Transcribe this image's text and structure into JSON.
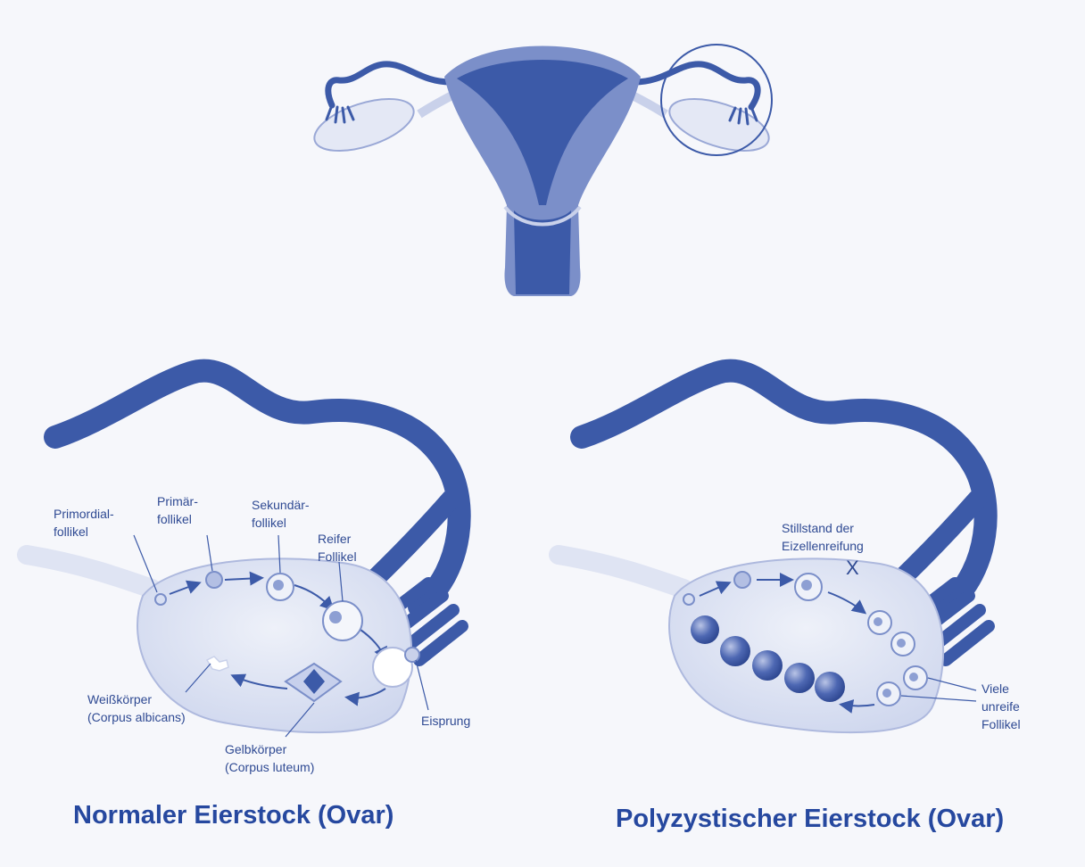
{
  "colors": {
    "background": "#f6f7fb",
    "organ_dark": "#3c5aa8",
    "organ_mid": "#7b8fc9",
    "organ_light": "#c9d1ea",
    "ovary_fill": "#dde3f3",
    "label_text": "#2f4a93",
    "title_text": "#26489f"
  },
  "normal": {
    "title": "Normaler Eierstock (Ovar)",
    "labels": {
      "primordial_1": "Primordial-",
      "primordial_2": "follikel",
      "primaer_1": "Primär-",
      "primaer_2": "follikel",
      "sekundaer_1": "Sekundär-",
      "sekundaer_2": "follikel",
      "reifer_1": "Reifer",
      "reifer_2": "Follikel",
      "weiss_1": "Weißkörper",
      "weiss_2": "(Corpus albicans)",
      "gelb_1": "Gelbkörper",
      "gelb_2": "(Corpus luteum)",
      "eisprung": "Eisprung"
    }
  },
  "pco": {
    "title": "Polyzystischer Eierstock (Ovar)",
    "labels": {
      "stillstand_1": "Stillstand der",
      "stillstand_2": "Eizellenreifung",
      "stop_mark": "X",
      "viele_1": "Viele",
      "viele_2": "unreife",
      "viele_3": "Follikel"
    }
  }
}
